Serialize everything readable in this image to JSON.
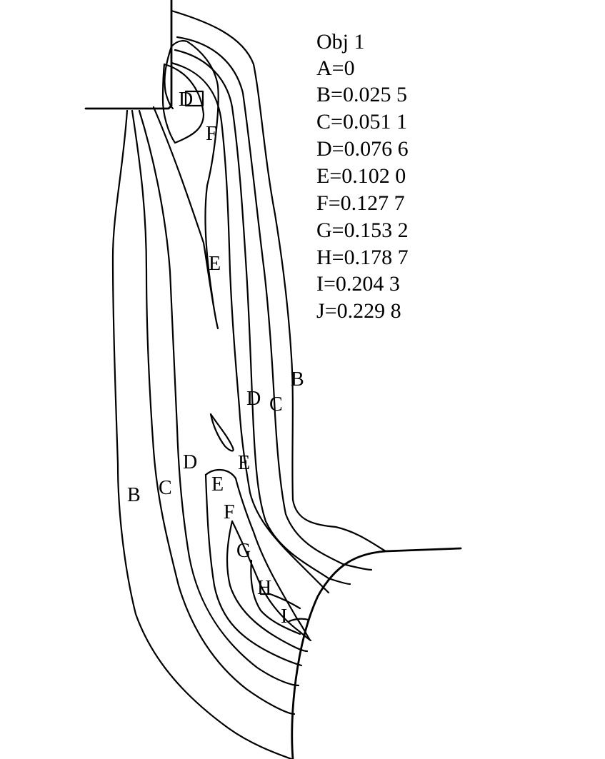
{
  "legend": {
    "title": "Obj 1",
    "entries": [
      {
        "letter": "A",
        "value": "0"
      },
      {
        "letter": "B",
        "value": "0.025 5"
      },
      {
        "letter": "C",
        "value": "0.051 1"
      },
      {
        "letter": "D",
        "value": "0.076 6"
      },
      {
        "letter": "E",
        "value": "0.102 0"
      },
      {
        "letter": "F",
        "value": "0.127 7"
      },
      {
        "letter": "G",
        "value": "0.153 2"
      },
      {
        "letter": "H",
        "value": "0.178 7"
      },
      {
        "letter": "I",
        "value": "0.204 3"
      },
      {
        "letter": "J",
        "value": "0.229 8"
      }
    ]
  },
  "contour_labels": {
    "top_d": "D",
    "top_f": "F",
    "mid_e": "E",
    "right_b": "B",
    "right_c": "C",
    "right_d": "D",
    "low_e_right": "E",
    "low_e_left": "E",
    "left_d": "D",
    "left_c": "C",
    "left_b": "B",
    "low_f": "F",
    "low_g": "G",
    "low_h": "H",
    "low_i": "I"
  }
}
